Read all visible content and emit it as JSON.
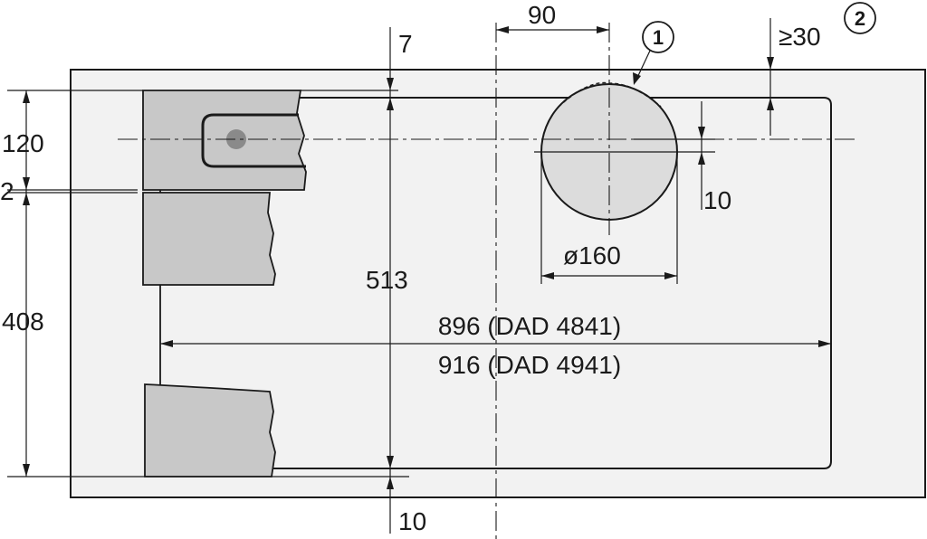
{
  "dimensions": {
    "top_offset": "7",
    "hole_offset_x": "90",
    "min_clearance": "≥30",
    "callout_1": "1",
    "callout_2": "2",
    "left_upper": "120",
    "left_gap": "2",
    "left_lower": "408",
    "hole_offset_y": "10",
    "hole_diameter": "ø160",
    "total_height": "513",
    "width_a": "896 (DAD 4841)",
    "width_b": "916 (DAD 4941)",
    "bottom_offset": "10"
  },
  "colors": {
    "panel": "#f2f2f2",
    "cabinet": "#c8c8c8",
    "hole": "#dcdcdc",
    "line": "#1a1a1a"
  }
}
